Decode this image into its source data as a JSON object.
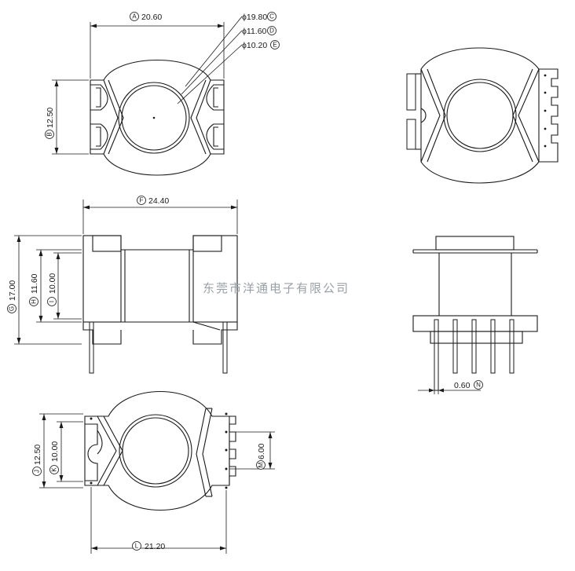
{
  "dimensions": {
    "A": {
      "mark": "A",
      "value": "20.60"
    },
    "B": {
      "mark": "B",
      "value": "12.50"
    },
    "C": {
      "mark": "C",
      "value": "ϕ19.80"
    },
    "D": {
      "mark": "D",
      "value": "ϕ11.60"
    },
    "E": {
      "mark": "E",
      "value": "ϕ10.20"
    },
    "F": {
      "mark": "F",
      "value": "24.40"
    },
    "G": {
      "mark": "G",
      "value": "17.00"
    },
    "H": {
      "mark": "H",
      "value": "11.60"
    },
    "I": {
      "mark": "I",
      "value": "10.00"
    },
    "J": {
      "mark": "J",
      "value": "12.50"
    },
    "K": {
      "mark": "K",
      "value": "10.00"
    },
    "L": {
      "mark": "L",
      "value": "21.20"
    },
    "M": {
      "mark": "M",
      "value": "6.00"
    },
    "N": {
      "mark": "N",
      "value": "0.60"
    }
  },
  "watermark": "东莞市洋通电子有限公司"
}
